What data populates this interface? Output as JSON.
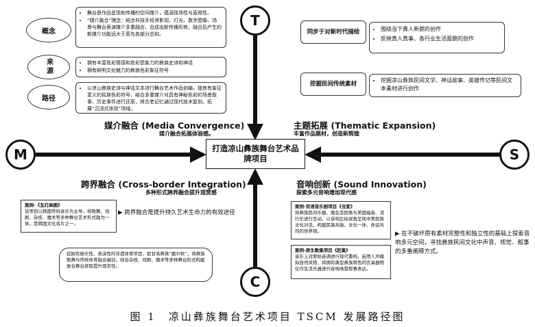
{
  "nodes": {
    "T": "T",
    "M": "M",
    "S": "S",
    "C": "C"
  },
  "center": "打造凉山彝族舞台艺术品牌项目",
  "media": {
    "heading": "媒介融合 (Media Convergence)",
    "sub": "媒介融合拓展体验感。",
    "concept": {
      "label": "概念",
      "items": [
        "舞台是作品呈现和传播的空间媒介，蕴涵现场性与直观性。",
        "“媒介融合”理念：结合科技手段将影视、灯光、数字图像、场景与舞台表演媒介多重融合，合成出新传播形势，融合后产生的新媒介功能远大于原先各部分总和。"
      ]
    },
    "source": {
      "label": "来源",
      "items": [
        "拥有丰富色彩情感和色彩想象力的彝族史诗和神话",
        "拥有鲜明文化魅力的彝族色彩象征符号"
      ]
    },
    "path": {
      "label": "路径",
      "items": [
        "以凉山彝族史诗与神话文本进行舞台艺术作品创编，提炼有象征意义的民族色彩符号，结合多重媒介对具有神秘色彩的场景叙事、历史事件进行还原，将古老记忆通过现代技术复刻，拓展“沉浸式体验”场域。"
      ]
    }
  },
  "theme": {
    "heading": "主题拓展 (Thematic Expansion)",
    "sub": "丰富作品题材，创造新辉煌",
    "box1": {
      "label": "同步于对新时代描绘",
      "items": [
        "围绕当下彝人新貌的创作",
        "反映真人真事、各行业生活面貌的创作"
      ]
    },
    "box2": {
      "label": "挖掘民间传统素材",
      "items": [
        "挖掘凉山彝族民间文学、神话故事、英雄传记等民间文本素材进行创作"
      ]
    }
  },
  "cross": {
    "heading": "跨界融合 (Cross-border Integration)",
    "sub": "多种形式跨界融合提升观赏感",
    "case_title": "案例-《瓦打麻图》",
    "case_text": "该项目以韩国传统音乐为主导，将歌舞、戏剧、杂技、魔术等多种舞台艺术形式融为一体，是韩国文化名片之一。",
    "arrow_text": "跨界融合是提升持久艺术生命力的有效途径",
    "lower_text": "挖掘有娱乐性、表演性的非遗体育项目，如甘洛彝族“磨尔秋”，将彝族歌舞与传统体育融合编创，结合杂技、戏剧、魔术等多种舞台形式构建复合舞台获取提升观赏性。"
  },
  "sound": {
    "heading": "音响创新 (Sound Innovation)",
    "sub": "探索多元音响增加现代感",
    "case1_title": "案例-双语音乐剧项目《当爱》",
    "case1_text": "将彝族民间乐器、服生态民歌与美国福音、流行乐进行互动，以音响比拟视角呈现中美民族文化对话，构建民族共融、文化一体、命运共同的世界观。",
    "case2_title": "案例-原生歌集项目《赶集》",
    "case2_text": "音乐上对原始音调进行现代重构，启用人声模拟自然风物，将拥有典型彝族特色的农具器物化作生活乐器进行音响场景叙事表达。",
    "arrow_text": "在不破坏原有素材完整性和独立性的基础上探索音响多元空间，寻找彝族民间文化中声音、视觉、叙事的多重阐释方式。"
  },
  "caption": "图 1　凉山彝族舞台艺术项目 TSCM 发展路径图"
}
